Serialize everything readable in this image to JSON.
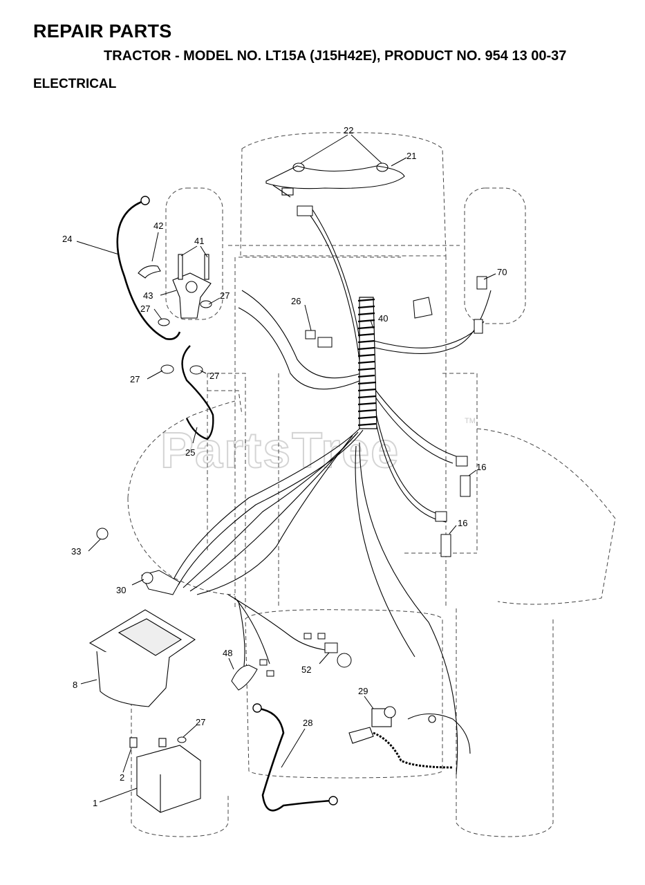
{
  "header": {
    "title": "REPAIR PARTS",
    "subtitle": "TRACTOR - MODEL NO. LT15A (J15H42E), PRODUCT NO. 954 13 00-37",
    "section": "ELECTRICAL"
  },
  "watermark": {
    "text": "PartsTree",
    "mark": "TM"
  },
  "callouts": [
    {
      "id": "c22",
      "label": "22"
    },
    {
      "id": "c21",
      "label": "21"
    },
    {
      "id": "c24",
      "label": "24"
    },
    {
      "id": "c42",
      "label": "42"
    },
    {
      "id": "c41",
      "label": "41"
    },
    {
      "id": "c43",
      "label": "43"
    },
    {
      "id": "c27a",
      "label": "27"
    },
    {
      "id": "c27b",
      "label": "27"
    },
    {
      "id": "c27c",
      "label": "27"
    },
    {
      "id": "c27d",
      "label": "27"
    },
    {
      "id": "c70",
      "label": "70"
    },
    {
      "id": "c26",
      "label": "26"
    },
    {
      "id": "c40",
      "label": "40"
    },
    {
      "id": "c25",
      "label": "25"
    },
    {
      "id": "c16a",
      "label": "16"
    },
    {
      "id": "c16b",
      "label": "16"
    },
    {
      "id": "c33",
      "label": "33"
    },
    {
      "id": "c30",
      "label": "30"
    },
    {
      "id": "c8",
      "label": "8"
    },
    {
      "id": "c48",
      "label": "48"
    },
    {
      "id": "c52",
      "label": "52"
    },
    {
      "id": "c29",
      "label": "29"
    },
    {
      "id": "c27e",
      "label": "27"
    },
    {
      "id": "c28",
      "label": "28"
    },
    {
      "id": "c2",
      "label": "2"
    },
    {
      "id": "c1",
      "label": "1"
    }
  ],
  "colors": {
    "ink": "#000000",
    "watermark": "#d4d4d4",
    "outline": "#444444"
  }
}
